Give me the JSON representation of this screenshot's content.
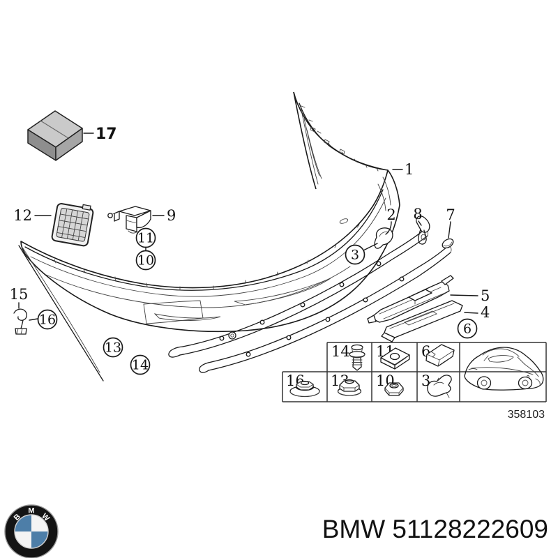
{
  "diagram": {
    "catalog_number": "358103",
    "callouts": {
      "c1": "1",
      "c2": "2",
      "c3": "3",
      "c4": "4",
      "c5": "5",
      "c6": "6",
      "c7": "7",
      "c8": "8",
      "c9": "9",
      "c10": "10",
      "c11": "11",
      "c12": "12",
      "c13": "13",
      "c14": "14",
      "c15": "15",
      "c16": "16",
      "c17": "17"
    },
    "legend": {
      "cells": [
        "14",
        "11",
        "6",
        "16",
        "13",
        "10",
        "3"
      ],
      "icons": [
        "expanding-rivet",
        "speed-nut-clamp",
        "channel-clip",
        "plastic-flange-nut",
        "flange-lock-nut",
        "hex-nut",
        "retainer-clip",
        "car-silhouette-rear-three-quarter"
      ]
    }
  },
  "footer": {
    "part_label": "BMW 51128222609",
    "logo": {
      "b": "B",
      "m": "M",
      "w": "W"
    }
  },
  "colors": {
    "line": "#1a1a1a",
    "logo_blue": "#4d7ea8",
    "logo_ring": "#141414",
    "box_top": "#cacaca",
    "box_front": "#8e8e8e",
    "box_side": "#a6a6a6"
  }
}
